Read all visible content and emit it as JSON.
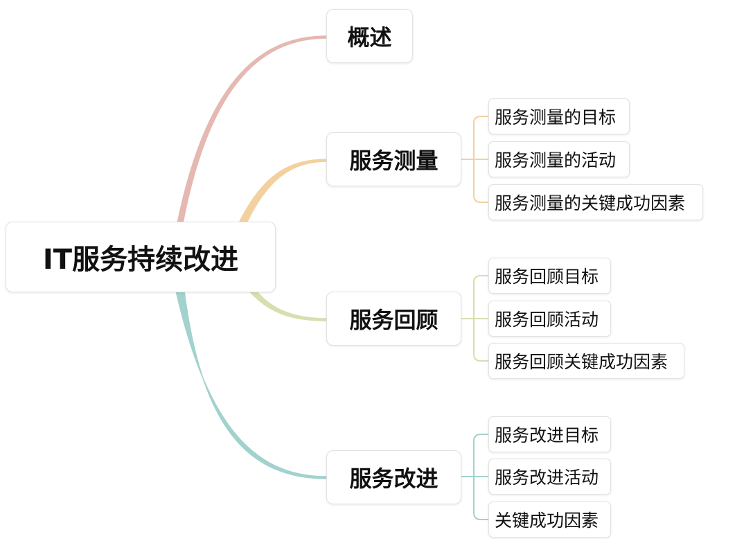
{
  "root": {
    "label": "IT服务持续改进"
  },
  "branches": [
    {
      "label": "概述",
      "color": "#e6b8b2",
      "children": []
    },
    {
      "label": "服务测量",
      "color": "#f2d19e",
      "children": [
        {
          "label": "服务测量的目标"
        },
        {
          "label": "服务测量的活动"
        },
        {
          "label": "服务测量的关键成功因素"
        }
      ]
    },
    {
      "label": "服务回顾",
      "color": "#d8deb0",
      "children": [
        {
          "label": "服务回顾目标"
        },
        {
          "label": "服务回顾活动"
        },
        {
          "label": "服务回顾关键成功因素"
        }
      ]
    },
    {
      "label": "服务改进",
      "color": "#a2d2cd",
      "children": [
        {
          "label": "服务改进目标"
        },
        {
          "label": "服务改进活动"
        },
        {
          "label": "关键成功因素"
        }
      ]
    }
  ]
}
